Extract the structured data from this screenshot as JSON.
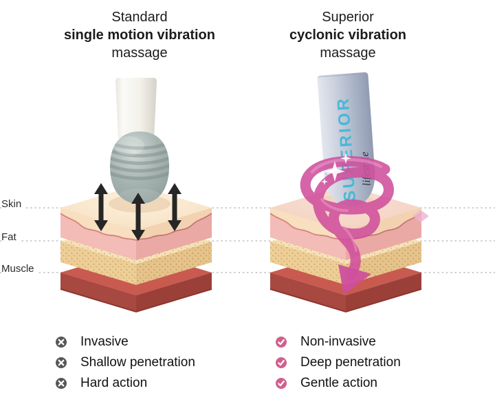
{
  "figure": {
    "left": {
      "title_lines": [
        "Standard",
        "single motion vibration",
        "massage"
      ],
      "items": [
        {
          "icon": "cross-circle-icon",
          "label": "Invasive"
        },
        {
          "icon": "cross-circle-icon",
          "label": "Shallow penetration"
        },
        {
          "icon": "cross-circle-icon",
          "label": "Hard action"
        }
      ]
    },
    "right": {
      "title_lines": [
        "Superior",
        "cyclonic vibration",
        "massage"
      ],
      "device_text": {
        "brand": "SUPERIOR",
        "sub": "lifestyle"
      },
      "items": [
        {
          "icon": "check-circle-icon",
          "label": "Non-invasive"
        },
        {
          "icon": "check-circle-icon",
          "label": "Deep penetration"
        },
        {
          "icon": "check-circle-icon",
          "label": "Gentle action"
        }
      ]
    },
    "layer_labels": [
      "Skin",
      "Fat",
      "Muscle"
    ]
  },
  "colors": {
    "cross_icon": "#57575a",
    "check_icon": "#d2608e",
    "spiral": "#cf4f9c",
    "brand_text": "#4ab7d8",
    "skin_top": "#f8e5c9",
    "dermis_pink": "#f3bcb6",
    "fat": "#eecf97",
    "muscle": "#a74841",
    "arrow": "#262626",
    "guide_line": "#c8c8c8"
  }
}
